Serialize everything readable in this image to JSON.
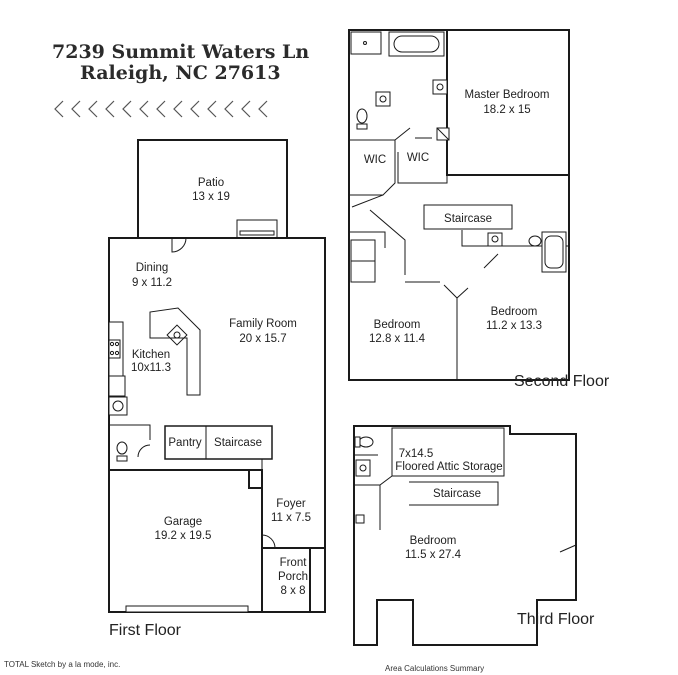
{
  "address": {
    "line1": "7239 Summit Waters Ln",
    "line2": "Raleigh, NC 27613"
  },
  "floors": {
    "first": {
      "label": "First Floor",
      "rooms": {
        "patio": {
          "name": "Patio",
          "dims": "13 x 19"
        },
        "dining": {
          "name": "Dining",
          "dims": "9 x 11.2"
        },
        "family": {
          "name": "Family Room",
          "dims": "20 x 15.7"
        },
        "kitchen": {
          "name": "Kitchen",
          "dims": "10x11.3"
        },
        "pantry": {
          "name": "Pantry"
        },
        "staircase": {
          "name": "Staircase"
        },
        "foyer": {
          "name": "Foyer",
          "dims": "11 x 7.5"
        },
        "garage": {
          "name": "Garage",
          "dims": "19.2 x 19.5"
        },
        "porch": {
          "name": "Front",
          "name2": "Porch",
          "dims": "8 x 8"
        }
      }
    },
    "second": {
      "label": "Second Floor",
      "rooms": {
        "master": {
          "name": "Master Bedroom",
          "dims": "18.2 x 15"
        },
        "wic1": {
          "name": "WIC"
        },
        "wic2": {
          "name": "WIC"
        },
        "staircase": {
          "name": "Staircase"
        },
        "bed1": {
          "name": "Bedroom",
          "dims": "12.8 x 11.4"
        },
        "bed2": {
          "name": "Bedroom",
          "dims": "11.2 x 13.3"
        }
      }
    },
    "third": {
      "label": "Third Floor",
      "rooms": {
        "attic": {
          "dims": "7x14.5",
          "name": "Floored Attic Storage"
        },
        "staircase": {
          "name": "Staircase"
        },
        "bedroom": {
          "name": "Bedroom",
          "dims": "11.5 x 27.4"
        }
      }
    }
  },
  "footer": {
    "credit": "TOTAL Sketch by a la mode, inc.",
    "summary": "Area Calculations Summary"
  }
}
